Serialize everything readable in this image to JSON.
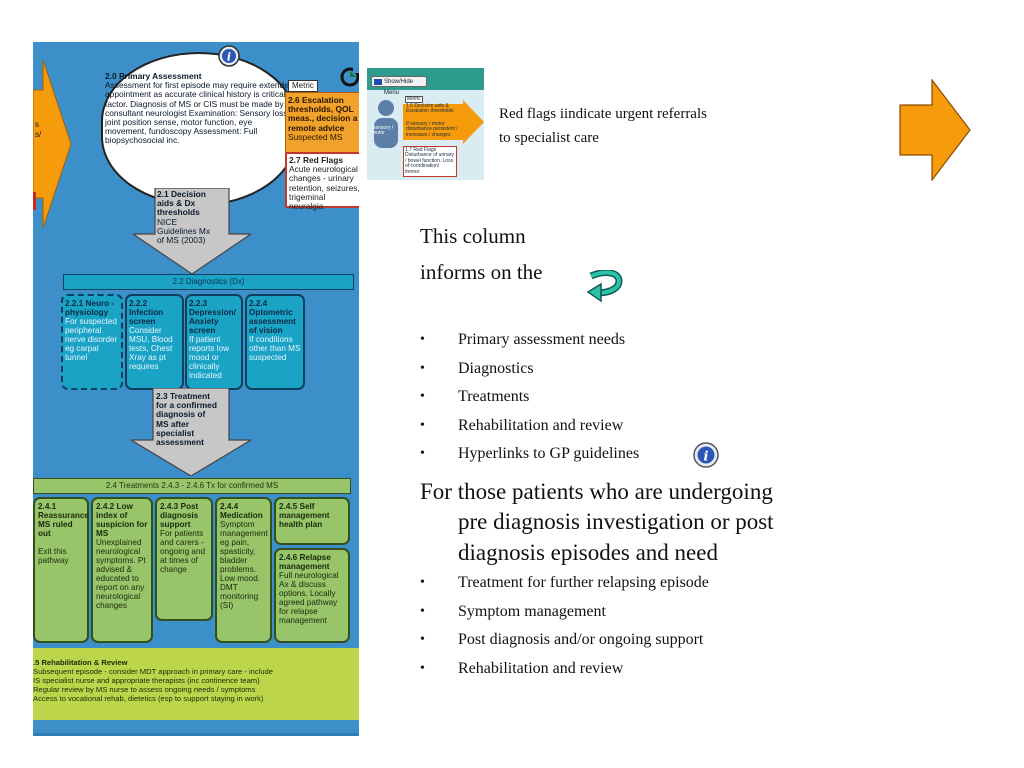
{
  "flowchart": {
    "primary_assessment": {
      "title": "2.0 Primary Assessment",
      "body": "Assessment for first episode may require extended appointment as accurate clinical history is critical factor. Diagnosis of MS or CIS must be made by consultant neurologist Examination: Sensory loss, joint position sense, motor function, eye movement, fundoscopy Assessment: Full biopsychosocial inc."
    },
    "left_arrow_text": [
      "s",
      "s/"
    ],
    "metric_label": "Metric",
    "escalation": {
      "title": "2.6 Escalation thresholds, QOL meas., decision a remote advice",
      "body": "Suspected MS"
    },
    "red_flags": {
      "title": "2.7 Red Flags",
      "body": "Acute neurological changes - urinary retention, seizures, trigeminal neuralgia"
    },
    "decision_aids": {
      "title": "2.1 Decision aids & Dx thresholds",
      "body": "NICE Guidelines Mx of MS (2003)"
    },
    "diagnostics_bar": "2.2 Diagnostics (Dx)",
    "dx_boxes": [
      {
        "title": "2.2.1 Neuro - physiology",
        "body": "For suspected peripheral nerve disorder eg carpal tunnel"
      },
      {
        "title": "2.2.2 Infection screen",
        "body": "Consider MSU, Blood tests, Chest Xray as pt requires"
      },
      {
        "title": "2.2.3 Depression/ Anxiety screen",
        "body": "If patient reports low mood or clinically indicated"
      },
      {
        "title": "2.2.4 Optometric assessment of vision",
        "body": "If conditions other than MS suspected"
      }
    ],
    "treatment_confirmed": {
      "title": "2.3 Treatment for a confirmed diagnosis of MS after specialist assessment"
    },
    "treatments_bar": "2.4 Treatments 2.4.3 - 2.4.6 Tx for confirmed MS",
    "tx_boxes": [
      {
        "title": "2.4.1 Reassurance MS ruled out",
        "body": "Exit this pathway"
      },
      {
        "title": "2.4.2 Low index of suspicion for MS",
        "body": "Unexplained neurological symptoms. Pt advised & educated to report on any neurological changes"
      },
      {
        "title": "2.4.3 Post diagnosis support",
        "body": "For patients and carers - ongoing and at times of change"
      },
      {
        "title": "2.4.4 Medication",
        "body": "Symptom management eg pain, spasticity, bladder problems. Low mood. DMT monitoring (SI)"
      },
      {
        "title": "2.4.5 Self management health plan",
        "body": ""
      },
      {
        "title": "2.4.6 Relapse management",
        "body": "Full neurological Ax & discuss options. Locally agreed pathway for relapse management"
      }
    ],
    "rehab": {
      "title": ".5 Rehabilitation & Review",
      "lines": [
        "Subsequent episode - consider MDT approach in primary care - include",
        "IS specialist nurse and appropriate therapists (inc continence team)",
        "Regular review by MS nurse to assess ongoing needs / symptoms",
        "Access to vocational rehab, dietetics (esp to support staying in work)"
      ]
    }
  },
  "thumbnail": {
    "button_label": "Show/Hide Menu",
    "metric": "Metric",
    "escalation": "1.6 Decision aids & Escalation thresholds",
    "sensory_label": "Sensory / motor",
    "sensory_note": "If sensory / motor disturbance persistent / increases / changes",
    "red_flags": "1.7 Red Flags Disturbance of urinary / bowel function. Loss of coordination/ tremor"
  },
  "caption": {
    "line1": "Red flags iindicate urgent referrals",
    "line2": "to specialist care"
  },
  "heading": {
    "line1": "This column",
    "line2": "informs on the"
  },
  "bullets_1": [
    "Primary assessment needs",
    "Diagnostics",
    "Treatments",
    "Rehabilitation and review",
    "Hyperlinks to GP guidelines"
  ],
  "paragraph": {
    "line1": "For those patients who are undergoing",
    "line2": "pre diagnosis investigation or post",
    "line3": "diagnosis episodes and need"
  },
  "bullets_2": [
    "Treatment for further relapsing episode",
    "Symptom management",
    "Post diagnosis and/or ongoing support",
    "Rehabilitation and review"
  ],
  "colors": {
    "panel_bg": "#3d8fc9",
    "diagnostic_blue": "#1aa3c5",
    "treatment_green": "#98c56a",
    "rehab_green": "#bcd54a",
    "arrow_orange": "#f59b0c",
    "arrow_grey": "#c7c7c7"
  }
}
